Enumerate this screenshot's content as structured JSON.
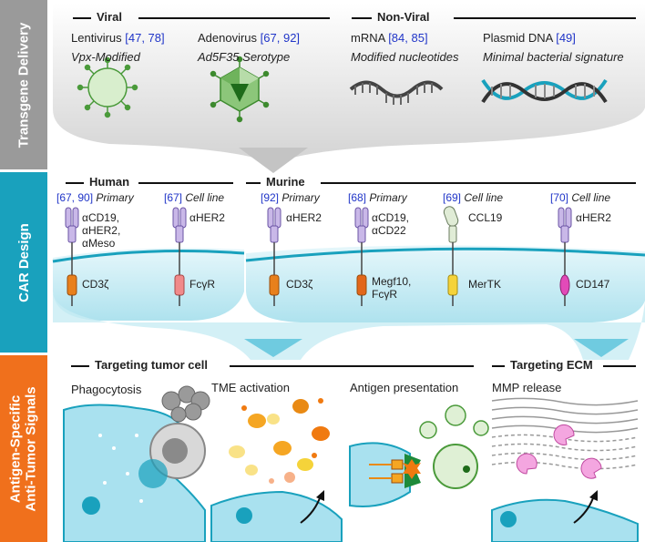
{
  "bands": {
    "delivery": "Transgene Delivery",
    "car": "CAR Design",
    "signals_1": "Antigen-Specific",
    "signals_2": "Anti-Tumor Signals"
  },
  "colors": {
    "delivery_band": "#9a9a9a",
    "car_band": "#19a1bd",
    "signals_band": "#f0701c",
    "ref": "#2035c8"
  },
  "delivery": {
    "viral_title": "Viral",
    "nonviral_title": "Non-Viral",
    "items": [
      {
        "name": "Lentivirus",
        "refs": "[47, 78]",
        "sub": "Vpx-Modified",
        "icon": "lentivirus-icon"
      },
      {
        "name": "Adenovirus",
        "refs": "[67, 92]",
        "sub": "Ad5F35 Serotype",
        "icon": "adenovirus-icon"
      },
      {
        "name": "mRNA",
        "refs": "[84, 85]",
        "sub": "Modified nucleotides",
        "icon": "mrna-icon"
      },
      {
        "name": "Plasmid DNA",
        "refs": "[49]",
        "sub": "Minimal bacterial signature",
        "icon": "dna-icon"
      }
    ]
  },
  "car": {
    "human_title": "Human",
    "murine_title": "Murine",
    "constructs": [
      {
        "refs": "[67, 90]",
        "type": "Primary",
        "antigen": [
          "αCD19,",
          "αHER2,",
          "αMeso"
        ],
        "domain": "CD3ζ"
      },
      {
        "refs": "[67]",
        "type": "Cell line",
        "antigen": [
          "αHER2"
        ],
        "domain": "FcγR"
      },
      {
        "refs": "[92]",
        "type": "Primary",
        "antigen": [
          "αHER2"
        ],
        "domain": "CD3ζ"
      },
      {
        "refs": "[68]",
        "type": "Primary",
        "antigen": [
          "αCD19,",
          "αCD22"
        ],
        "domain": [
          "Megf10,",
          "FcγR"
        ]
      },
      {
        "refs": "[69]",
        "type": "Cell line",
        "antigen": [
          "CCL19"
        ],
        "domain": "MerTK"
      },
      {
        "refs": "[70]",
        "type": "Cell line",
        "antigen": [
          "αHER2"
        ],
        "domain": "CD147"
      }
    ]
  },
  "signals": {
    "tumor_title": "Targeting tumor cell",
    "ecm_title": "Targeting ECM",
    "panels": [
      "Phagocytosis",
      "TME activation",
      "Antigen presentation",
      "MMP release"
    ]
  }
}
